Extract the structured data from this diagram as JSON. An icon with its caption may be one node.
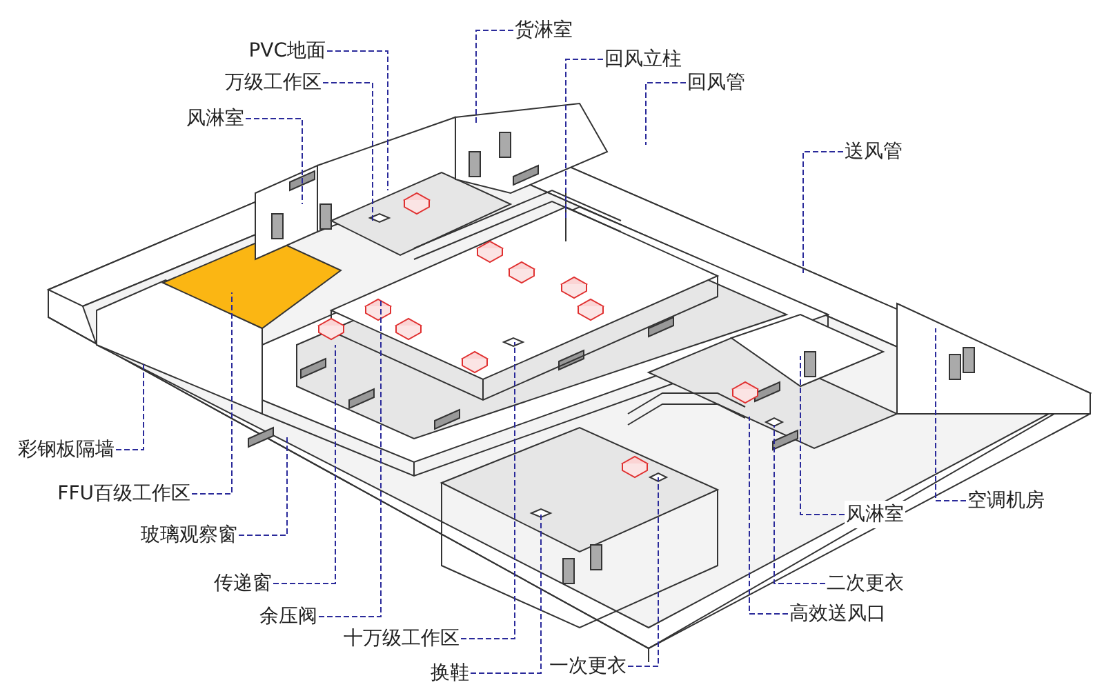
{
  "diagram": {
    "nodes": [
      {
        "text": [
          "PVC地面"
        ]
      },
      {
        "text": [
          "万级工作区"
        ]
      },
      {
        "text": [
          "风淋室"
        ]
      },
      {
        "text": [
          "货淋室"
        ]
      },
      {
        "text": [
          "回风立柱"
        ]
      },
      {
        "text": [
          "回风管"
        ]
      },
      {
        "text": [
          "送风管"
        ]
      },
      {
        "text": [
          "彩钢板隔墙"
        ]
      },
      {
        "text": [
          "FFU百级工作区"
        ]
      },
      {
        "text": [
          "玻璃观察窗"
        ]
      },
      {
        "text": [
          "传递窗"
        ]
      },
      {
        "text": [
          "余压阀"
        ]
      },
      {
        "text": [
          "十万级工作区"
        ]
      },
      {
        "text": [
          "换鞋"
        ]
      },
      {
        "text": [
          "一次更衣"
        ]
      },
      {
        "text": [
          "高效送风口"
        ]
      },
      {
        "text": [
          "二次更衣"
        ]
      },
      {
        "text": [
          "风淋室"
        ]
      },
      {
        "text": [
          "空调机房"
        ]
      }
    ],
    "edges": [
      {
        "from": 0,
        "to": null,
        "arrow": "none"
      },
      {
        "from": 1,
        "to": null,
        "arrow": "none"
      },
      {
        "from": 2,
        "to": null,
        "arrow": "none"
      },
      {
        "from": 3,
        "to": null,
        "arrow": "none"
      },
      {
        "from": 4,
        "to": null,
        "arrow": "none"
      },
      {
        "from": 5,
        "to": null,
        "arrow": "none"
      },
      {
        "from": 6,
        "to": null,
        "arrow": "none"
      },
      {
        "from": 7,
        "to": null,
        "arrow": "none"
      },
      {
        "from": 8,
        "to": null,
        "arrow": "none"
      },
      {
        "from": 9,
        "to": null,
        "arrow": "none"
      },
      {
        "from": 10,
        "to": null,
        "arrow": "none"
      },
      {
        "from": 11,
        "to": null,
        "arrow": "none"
      },
      {
        "from": 12,
        "to": null,
        "arrow": "none"
      },
      {
        "from": 13,
        "to": null,
        "arrow": "none"
      },
      {
        "from": 14,
        "to": null,
        "arrow": "none"
      },
      {
        "from": 15,
        "to": null,
        "arrow": "none"
      },
      {
        "from": 16,
        "to": null,
        "arrow": "none"
      },
      {
        "from": 17,
        "to": null,
        "arrow": "none"
      },
      {
        "from": 18,
        "to": null,
        "arrow": "none"
      }
    ]
  }
}
